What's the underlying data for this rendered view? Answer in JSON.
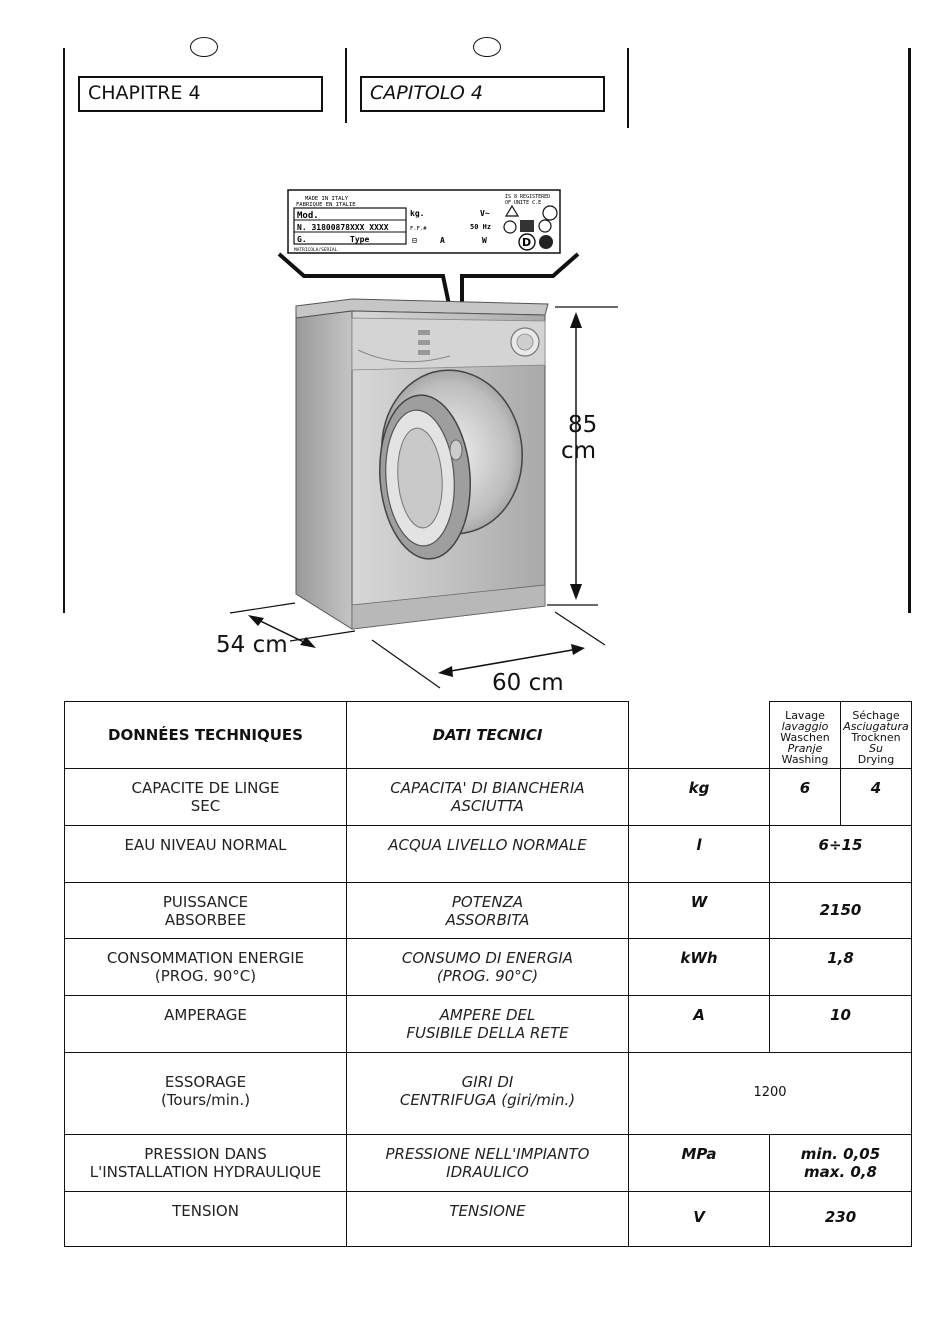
{
  "header": {
    "chapter_fr": "CHAPITRE 4",
    "chapter_it": "CAPITOLO 4"
  },
  "figure": {
    "height_label_value": "85",
    "height_label_unit": "cm",
    "depth_label": "54 cm",
    "width_label": "60 cm",
    "rating_plate": {
      "line1a": "MADE IN ITALY",
      "line1b": "FABRIQUE EN ITALIE",
      "line1c": "IS 8 REGISTERED",
      "line1d": "OF UNITE C.E",
      "mod": "Mod.",
      "kg": "kg.",
      "v": "V~",
      "n": "N. 31800878XXX XXXX",
      "ff": "F.F.#",
      "hz": "50 Hz",
      "g": "G.",
      "type": "Type",
      "a": "A",
      "w": "W",
      "bottom": "MATRICOLA/SERIAL"
    }
  },
  "table": {
    "header": {
      "fr": "DONNÉES TECHNIQUES",
      "it": "DATI TECNICI",
      "wash": [
        "Lavage",
        "lavaggio",
        "Waschen",
        "Pranje",
        "Washing"
      ],
      "dry": [
        "Séchage",
        "Asciugatura",
        "Trocknen",
        "Su",
        "Drying"
      ]
    },
    "rows": [
      {
        "fr1": "CAPACITE DE LINGE",
        "fr2": "SEC",
        "it1": "CAPACITA' DI BIANCHERIA",
        "it2": "ASCIUTTA",
        "unit": "kg",
        "wash": "6",
        "dry": "4"
      },
      {
        "fr1": "EAU NIVEAU NORMAL",
        "fr2": "",
        "it1": "ACQUA LIVELLO NORMALE",
        "it2": "",
        "unit": "l",
        "value": "6÷15"
      },
      {
        "fr1": "PUISSANCE",
        "fr2": "ABSORBEE",
        "it1": "POTENZA",
        "it2": "ASSORBITA",
        "unit": "W",
        "value": "2150"
      },
      {
        "fr1": "CONSOMMATION ENERGIE",
        "fr2": "(PROG. 90°C)",
        "it1": "CONSUMO DI ENERGIA",
        "it2": "(PROG. 90°C)",
        "unit": "kWh",
        "value": "1,8"
      },
      {
        "fr1": "AMPERAGE",
        "fr2": "",
        "it1": "AMPERE DEL",
        "it2": "FUSIBILE DELLA RETE",
        "unit": "A",
        "value": "10"
      },
      {
        "fr1": "ESSORAGE",
        "fr2": "(Tours/min.)",
        "it1": "GIRI DI",
        "it2": "CENTRIFUGA (giri/min.)",
        "value": "1200"
      },
      {
        "fr1": "PRESSION DANS",
        "fr2": "L'INSTALLATION HYDRAULIQUE",
        "it1": "PRESSIONE NELL'IMPIANTO",
        "it2": "IDRAULICO",
        "unit": "MPa",
        "value1": "min. 0,05",
        "value2": "max. 0,8"
      },
      {
        "fr1": "TENSION",
        "fr2": "",
        "it1": "TENSIONE",
        "it2": "",
        "unit": "V",
        "value": "230"
      }
    ]
  }
}
